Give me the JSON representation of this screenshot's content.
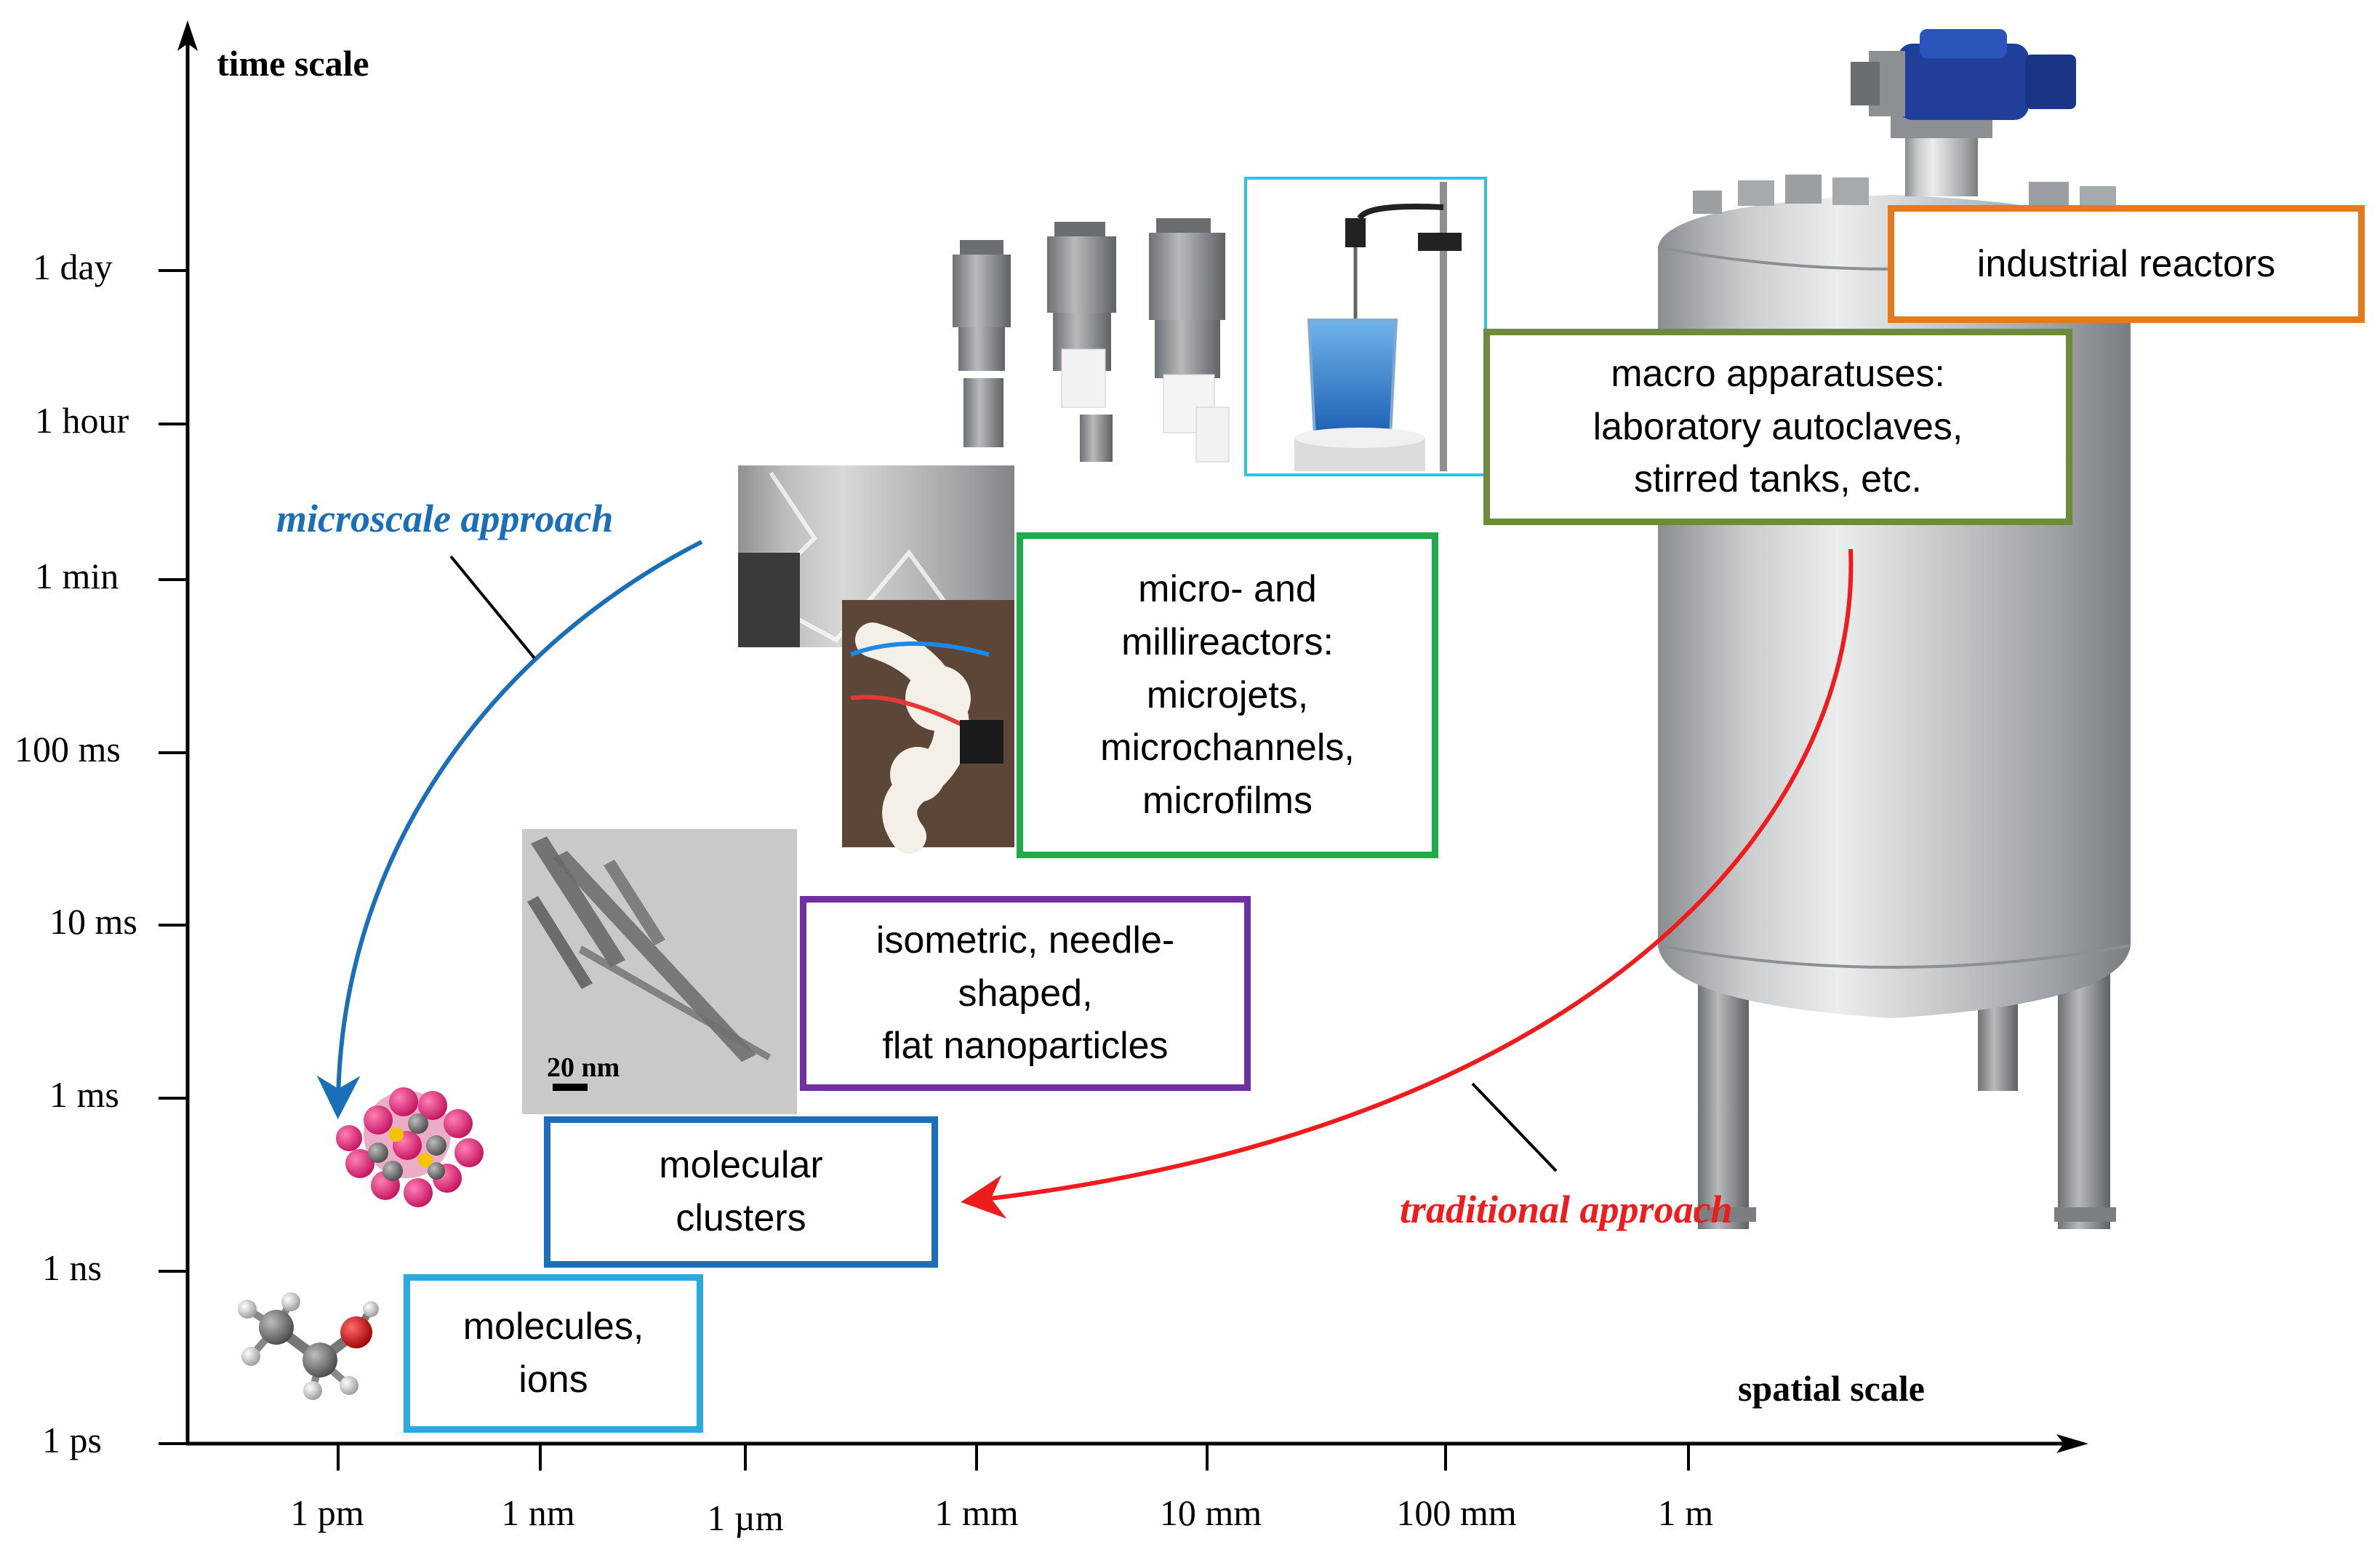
{
  "axes": {
    "y_title": "time scale",
    "x_title": "spatial scale",
    "y_ticks": [
      "1 ps",
      "1 ns",
      "1 ms",
      "10 ms",
      "100 ms",
      "1 min",
      "1 hour",
      "1 day"
    ],
    "x_ticks": [
      "1 pm",
      "1 nm",
      "1 µm",
      "1 mm",
      "10 mm",
      "100 mm",
      "1 m"
    ]
  },
  "boxes": {
    "molecules": {
      "line1": "molecules,",
      "line2": "ions",
      "color": "#29ABE2"
    },
    "clusters": {
      "line1": "molecular",
      "line2": "clusters",
      "color": "#1B6FB8"
    },
    "nanoparticles": {
      "line1": "isometric, needle-",
      "line2": "shaped,",
      "line3": "flat nanoparticles",
      "color": "#7030A0"
    },
    "microreactors": {
      "line1": "micro- and",
      "line2": "millireactors:",
      "line3": "microjets,",
      "line4": "microchannels,",
      "line5": "microfilms",
      "color": "#1FAA4B"
    },
    "macro": {
      "line1": "macro apparatuses:",
      "line2": "laboratory autoclaves,",
      "line3": "stirred tanks, etc.",
      "color": "#6E8B3D"
    },
    "industrial": {
      "line1": "industrial reactors",
      "color": "#E27B1E"
    }
  },
  "approaches": {
    "microscale": {
      "label": "microscale approach",
      "color": "#1B6FB8"
    },
    "traditional": {
      "label": "traditional approach",
      "color": "#EE1C1C"
    }
  },
  "tem_image": {
    "scale_label": "20 nm"
  },
  "icons": [
    "ethanol-molecule-icon",
    "cluster-molecule-icon",
    "tem-micrograph-image",
    "microreactor-photo",
    "autoclave-photo",
    "beaker-stirrer-photo",
    "industrial-reactor-image"
  ]
}
